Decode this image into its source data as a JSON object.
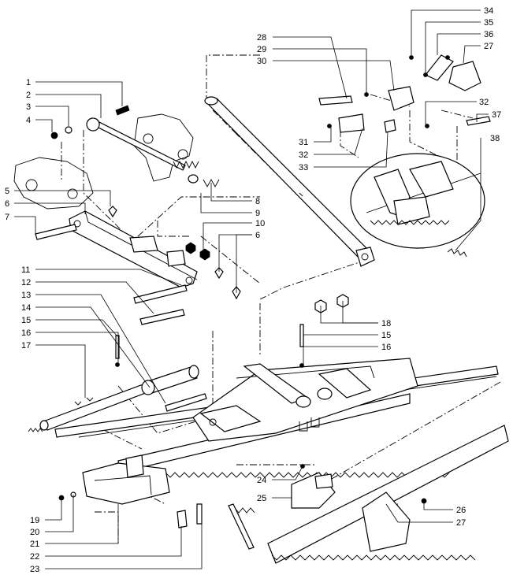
{
  "callouts": {
    "c1": "1",
    "c2": "2",
    "c3": "3",
    "c4": "4",
    "c5": "5",
    "c6a": "6",
    "c6b": "6",
    "c7": "7",
    "c8": "8",
    "c9": "9",
    "c10": "10",
    "c11": "11",
    "c12": "12",
    "c13": "13",
    "c14": "14",
    "c15a": "15",
    "c15b": "15",
    "c16a": "16",
    "c16b": "16",
    "c17": "17",
    "c18": "18",
    "c19": "19",
    "c20": "20",
    "c21": "21",
    "c22": "22",
    "c23": "23",
    "c24": "24",
    "c25": "25",
    "c26": "26",
    "c27a": "27",
    "c27b": "27",
    "c28": "28",
    "c29": "29",
    "c30": "30",
    "c31": "31",
    "c32a": "32",
    "c32b": "32",
    "c33": "33",
    "c34": "34",
    "c35": "35",
    "c36": "36",
    "c37": "37",
    "c38": "38"
  },
  "colors": {
    "line": "#000000",
    "background": "#ffffff"
  }
}
